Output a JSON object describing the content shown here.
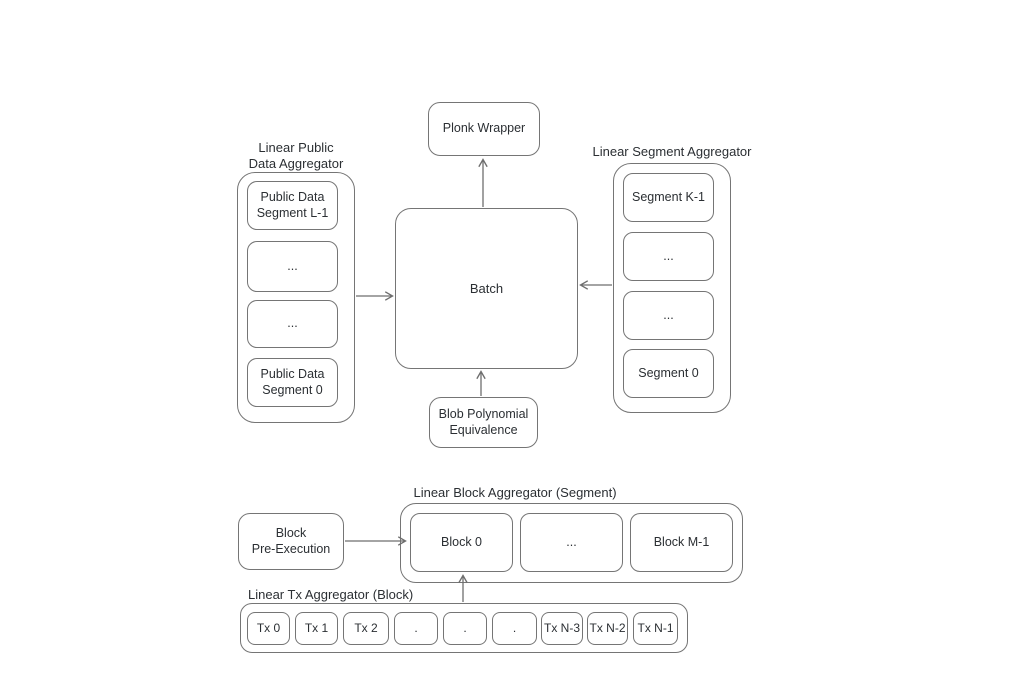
{
  "colors": {
    "background": "#ffffff",
    "stroke": "#757575",
    "text": "#2b2f33"
  },
  "core": {
    "plonk_wrapper": "Plonk Wrapper",
    "batch": "Batch",
    "blob_polynomial_equivalence": "Blob Polynomial\nEquivalence"
  },
  "public_data_aggregator": {
    "label": "Linear Public\nData Aggregator",
    "items": [
      {
        "label": "Public Data\nSegment L-1"
      },
      {
        "label": "..."
      },
      {
        "label": "..."
      },
      {
        "label": "Public Data\nSegment 0"
      }
    ]
  },
  "segment_aggregator": {
    "label": "Linear Segment Aggregator",
    "items": [
      {
        "label": "Segment K-1"
      },
      {
        "label": "..."
      },
      {
        "label": "..."
      },
      {
        "label": "Segment 0"
      }
    ]
  },
  "block_aggregator": {
    "label": "Linear Block Aggregator (Segment)",
    "items": [
      {
        "label": "Block 0"
      },
      {
        "label": "..."
      },
      {
        "label": "Block M-1"
      }
    ]
  },
  "block_pre_execution": "Block\nPre-Execution",
  "tx_aggregator": {
    "label": "Linear Tx Aggregator (Block)",
    "items": [
      {
        "label": "Tx 0"
      },
      {
        "label": "Tx 1"
      },
      {
        "label": "Tx 2"
      },
      {
        "label": "."
      },
      {
        "label": "."
      },
      {
        "label": "."
      },
      {
        "label": "Tx N-3"
      },
      {
        "label": "Tx N-2"
      },
      {
        "label": "Tx N-1"
      }
    ]
  }
}
